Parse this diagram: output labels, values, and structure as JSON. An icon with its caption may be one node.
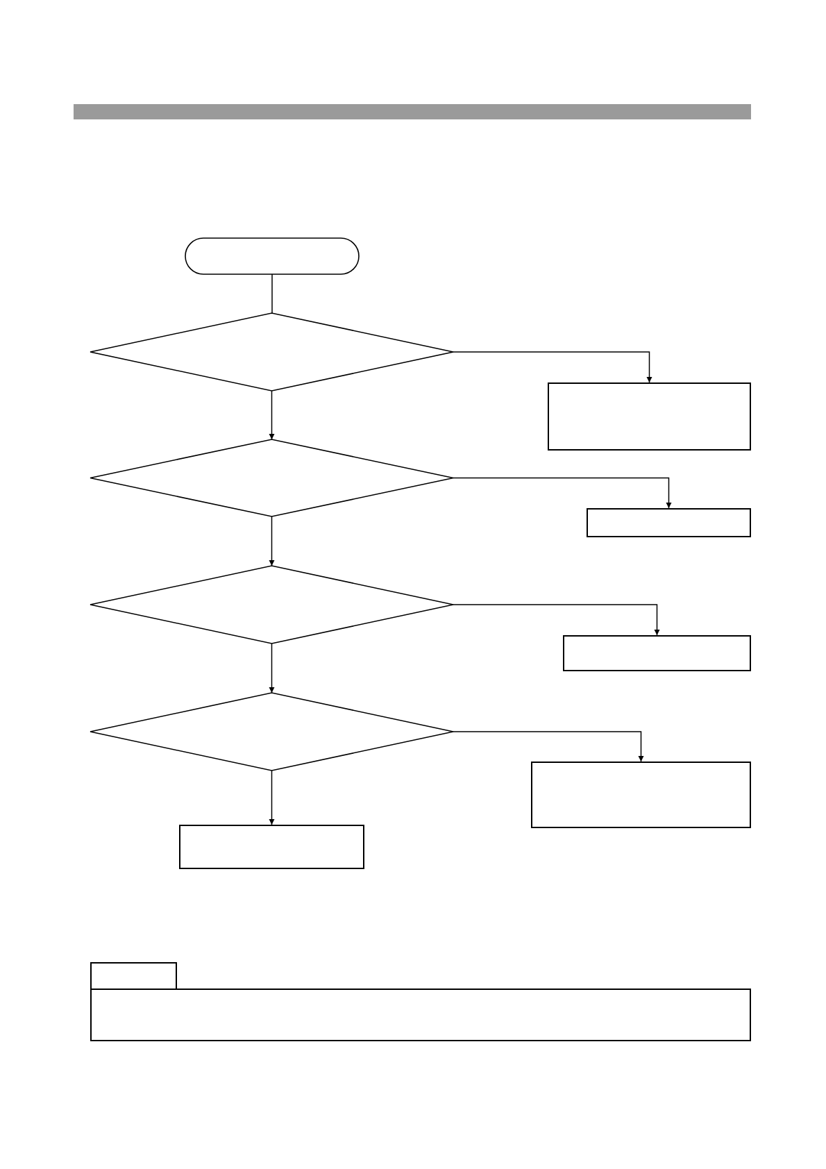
{
  "diagram": {
    "nodes": [
      {
        "text": [],
        "shape": "oval"
      },
      {
        "text": [],
        "shape": "diamond"
      },
      {
        "text": [],
        "shape": "box"
      },
      {
        "text": [],
        "shape": "diamond"
      },
      {
        "text": [],
        "shape": "box"
      },
      {
        "text": [],
        "shape": "diamond"
      },
      {
        "text": [],
        "shape": "box"
      },
      {
        "text": [],
        "shape": "diamond"
      },
      {
        "text": [],
        "shape": "box"
      },
      {
        "text": [],
        "shape": "box"
      },
      {
        "text": [],
        "shape": "box"
      },
      {
        "text": [],
        "shape": "box"
      }
    ],
    "edges": [
      {
        "from": 0,
        "to": 1,
        "arrow": "none"
      },
      {
        "from": 1,
        "to": 2,
        "arrow": "to"
      },
      {
        "from": 1,
        "to": 3,
        "arrow": "to"
      },
      {
        "from": 3,
        "to": 4,
        "arrow": "to"
      },
      {
        "from": 3,
        "to": 5,
        "arrow": "to"
      },
      {
        "from": 5,
        "to": 6,
        "arrow": "to"
      },
      {
        "from": 5,
        "to": 7,
        "arrow": "to"
      },
      {
        "from": 7,
        "to": 8,
        "arrow": "to"
      },
      {
        "from": 7,
        "to": 9,
        "arrow": "to"
      }
    ]
  }
}
